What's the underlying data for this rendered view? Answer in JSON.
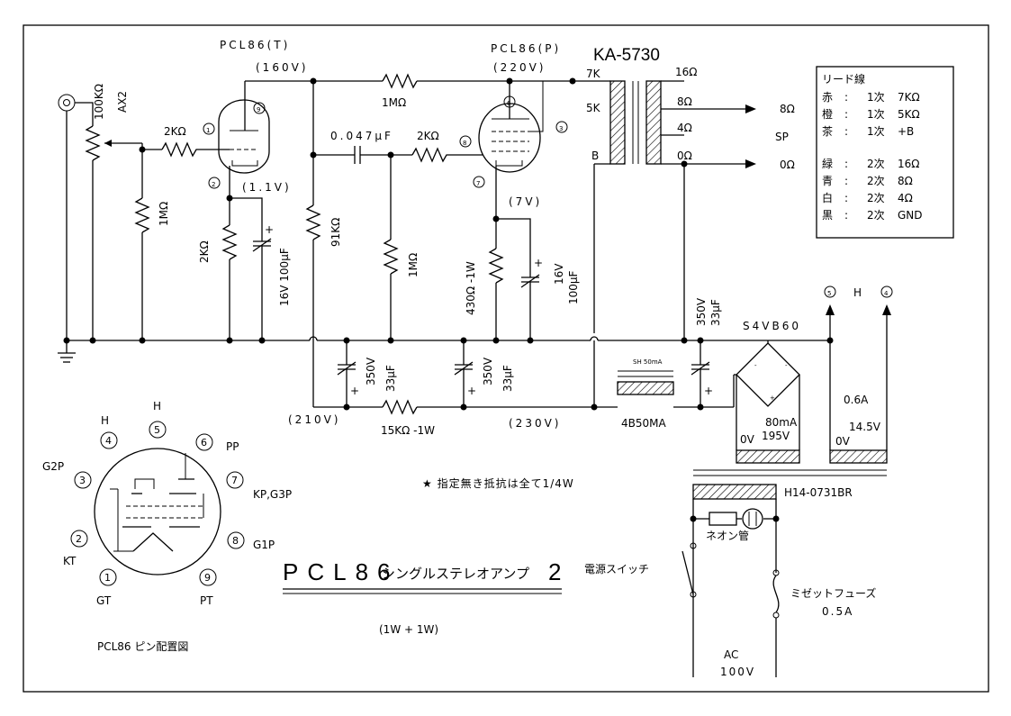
{
  "tubes": {
    "t_label": "PCL86(T)",
    "t_plate_voltage": "(160V)",
    "t_cathode_voltage": "(1.1V)",
    "p_label": "PCL86(P)",
    "p_plate_voltage": "(220V)",
    "p_cathode_voltage": "(7V)"
  },
  "pins": {
    "p1": "1",
    "p2": "2",
    "p3": "3",
    "p4": "4",
    "p5": "5",
    "p6": "6",
    "p7": "7",
    "p8": "8",
    "p9": "9"
  },
  "input": {
    "volume": "100KΩ",
    "volume_type": "AX2"
  },
  "components": {
    "r_grid_t": "2KΩ",
    "r_leak_t": "1MΩ",
    "r_cathode_t": "2KΩ",
    "c_cathode_t": "16V 100μF",
    "r_plate_t": "91KΩ",
    "r_feedback": "1MΩ",
    "c_coupling": "0.047μF",
    "r_grid_p": "2KΩ",
    "r_leak_p": "1MΩ",
    "r_cathode_p": "430Ω -1W",
    "c_cathode_p": "16V 100μF",
    "c_ps1": "350V 33μF",
    "c_ps2": "350V 33μF",
    "c_ps3": "350V 33μF",
    "r_ps": "15KΩ -1W",
    "v_210": "(210V)",
    "v_230": "(230V)",
    "choke_spec": "SH 50mA",
    "choke": "4B50MA",
    "rectifier": "S4VB60"
  },
  "output_transformer": {
    "model": "KA-5730",
    "tap_7k": "7K",
    "tap_5k": "5K",
    "tap_b": "B",
    "tap_16": "16Ω",
    "tap_8": "8Ω",
    "tap_4": "4Ω",
    "tap_0": "0Ω",
    "out_8": "8Ω",
    "out_0": "0Ω",
    "sp": "SP"
  },
  "lead_table": {
    "title": "リード線",
    "rows": [
      {
        "color": "赤",
        "sep": ":",
        "winding": "1次",
        "value": "7KΩ"
      },
      {
        "color": "橙",
        "sep": ":",
        "winding": "1次",
        "value": "5KΩ"
      },
      {
        "color": "茶",
        "sep": ":",
        "winding": "1次",
        "value": "+B"
      },
      {
        "color": "緑",
        "sep": ":",
        "winding": "2次",
        "value": "16Ω"
      },
      {
        "color": "青",
        "sep": ":",
        "winding": "2次",
        "value": "8Ω"
      },
      {
        "color": "白",
        "sep": ":",
        "winding": "2次",
        "value": "4Ω"
      },
      {
        "color": "黒",
        "sep": ":",
        "winding": "2次",
        "value": "GND"
      }
    ]
  },
  "heater": {
    "pin5": "5",
    "h": "H",
    "pin4": "4",
    "current": "0.6A",
    "voltage": "14.5V",
    "zero": "0V"
  },
  "psu": {
    "current": "80mA",
    "voltage": "195V",
    "zero": "0V",
    "power_transformer": "H14-0731BR",
    "neon": "ネオン管",
    "switch": "電源スイッチ",
    "fuse": "ミゼットフューズ",
    "fuse_rating": "0.5A",
    "ac": "AC",
    "ac_voltage": "100V"
  },
  "notes": {
    "resistor_note": "★ 指定無き抵抗は全て1/4W",
    "title_main": "PCL86",
    "title_sub": "シングルステレオアンプ",
    "title_num": "2",
    "power_output": "(1W + 1W)"
  },
  "pinout": {
    "caption": "PCL86 ピン配置図",
    "h1": "H",
    "h2": "H",
    "pp": "PP",
    "g2p": "G2P",
    "kp_g3p": "KP,G3P",
    "kt": "KT",
    "g1p": "G1P",
    "gt": "GT",
    "pt": "PT"
  }
}
